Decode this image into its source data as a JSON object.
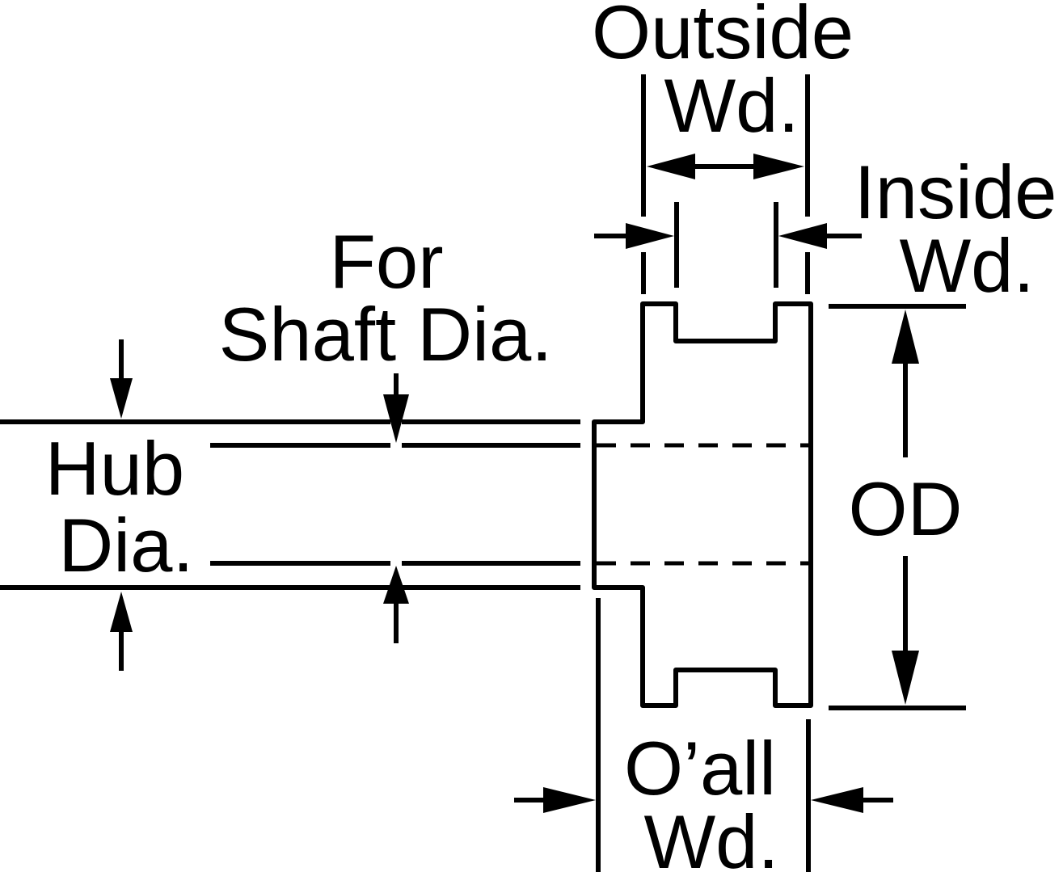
{
  "labels": {
    "outside_wd_line1": "Outside",
    "outside_wd_line2": "Wd.",
    "inside_wd_line1": "Inside",
    "inside_wd_line2": "Wd.",
    "shaft_dia_line1": "For",
    "shaft_dia_line2": "Shaft Dia.",
    "hub_dia_line1": "Hub",
    "hub_dia_line2": "Dia.",
    "od": "OD",
    "overall_wd_line1": "O’all",
    "overall_wd_line2": "Wd."
  },
  "colors": {
    "line": "#000000",
    "background": "#ffffff"
  }
}
